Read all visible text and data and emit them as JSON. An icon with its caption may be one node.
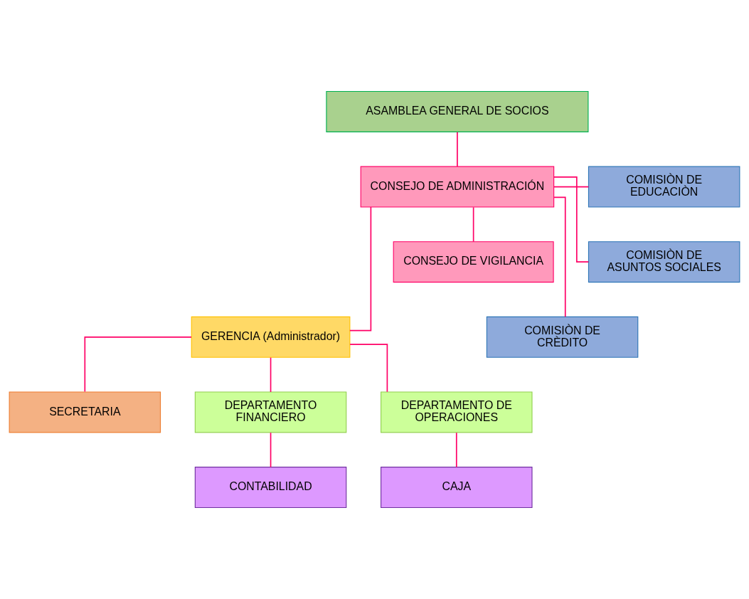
{
  "diagram": {
    "nodes": [
      {
        "text": [
          "ASAMBLEA GENERAL DE SOCIOS"
        ]
      },
      {
        "text": [
          "COMISIÒN DE EDUCACIÒN"
        ]
      },
      {
        "text": [
          "CONSEJO DE ADMINISTRACIÓN"
        ]
      },
      {
        "text": [
          "COMISIÒN DE ASUNTOS SOCIALES"
        ]
      },
      {
        "text": [
          "CONSEJO DE VIGILANCIA"
        ]
      },
      {
        "text": [
          "COMISIÒN DE CRÈDITO"
        ]
      },
      {
        "text": [
          "GERENCIA (Administrador)"
        ]
      },
      {
        "text": [
          "SECRETARIA"
        ]
      },
      {
        "text": [
          "DEPARTAMENTO FINANCIERO"
        ]
      },
      {
        "text": [
          "DEPARTAMENTO DE OPERACIONES"
        ]
      },
      {
        "text": [
          "CONTABILIDAD"
        ]
      },
      {
        "text": [
          "CAJA"
        ]
      }
    ],
    "edges": [
      {
        "from": 0,
        "to": 2,
        "arrow": "none"
      },
      {
        "from": 2,
        "to": 1,
        "arrow": "none"
      },
      {
        "from": 2,
        "to": 3,
        "arrow": "none"
      },
      {
        "from": 2,
        "to": 5,
        "arrow": "none"
      },
      {
        "from": 2,
        "to": 4,
        "arrow": "none"
      },
      {
        "from": 2,
        "to": 6,
        "arrow": "none"
      },
      {
        "from": 6,
        "to": 7,
        "arrow": "none"
      },
      {
        "from": 6,
        "to": 8,
        "arrow": "none"
      },
      {
        "from": 6,
        "to": 9,
        "arrow": "none"
      },
      {
        "from": 8,
        "to": 10,
        "arrow": "none"
      },
      {
        "from": 9,
        "to": 11,
        "arrow": "none"
      }
    ]
  }
}
